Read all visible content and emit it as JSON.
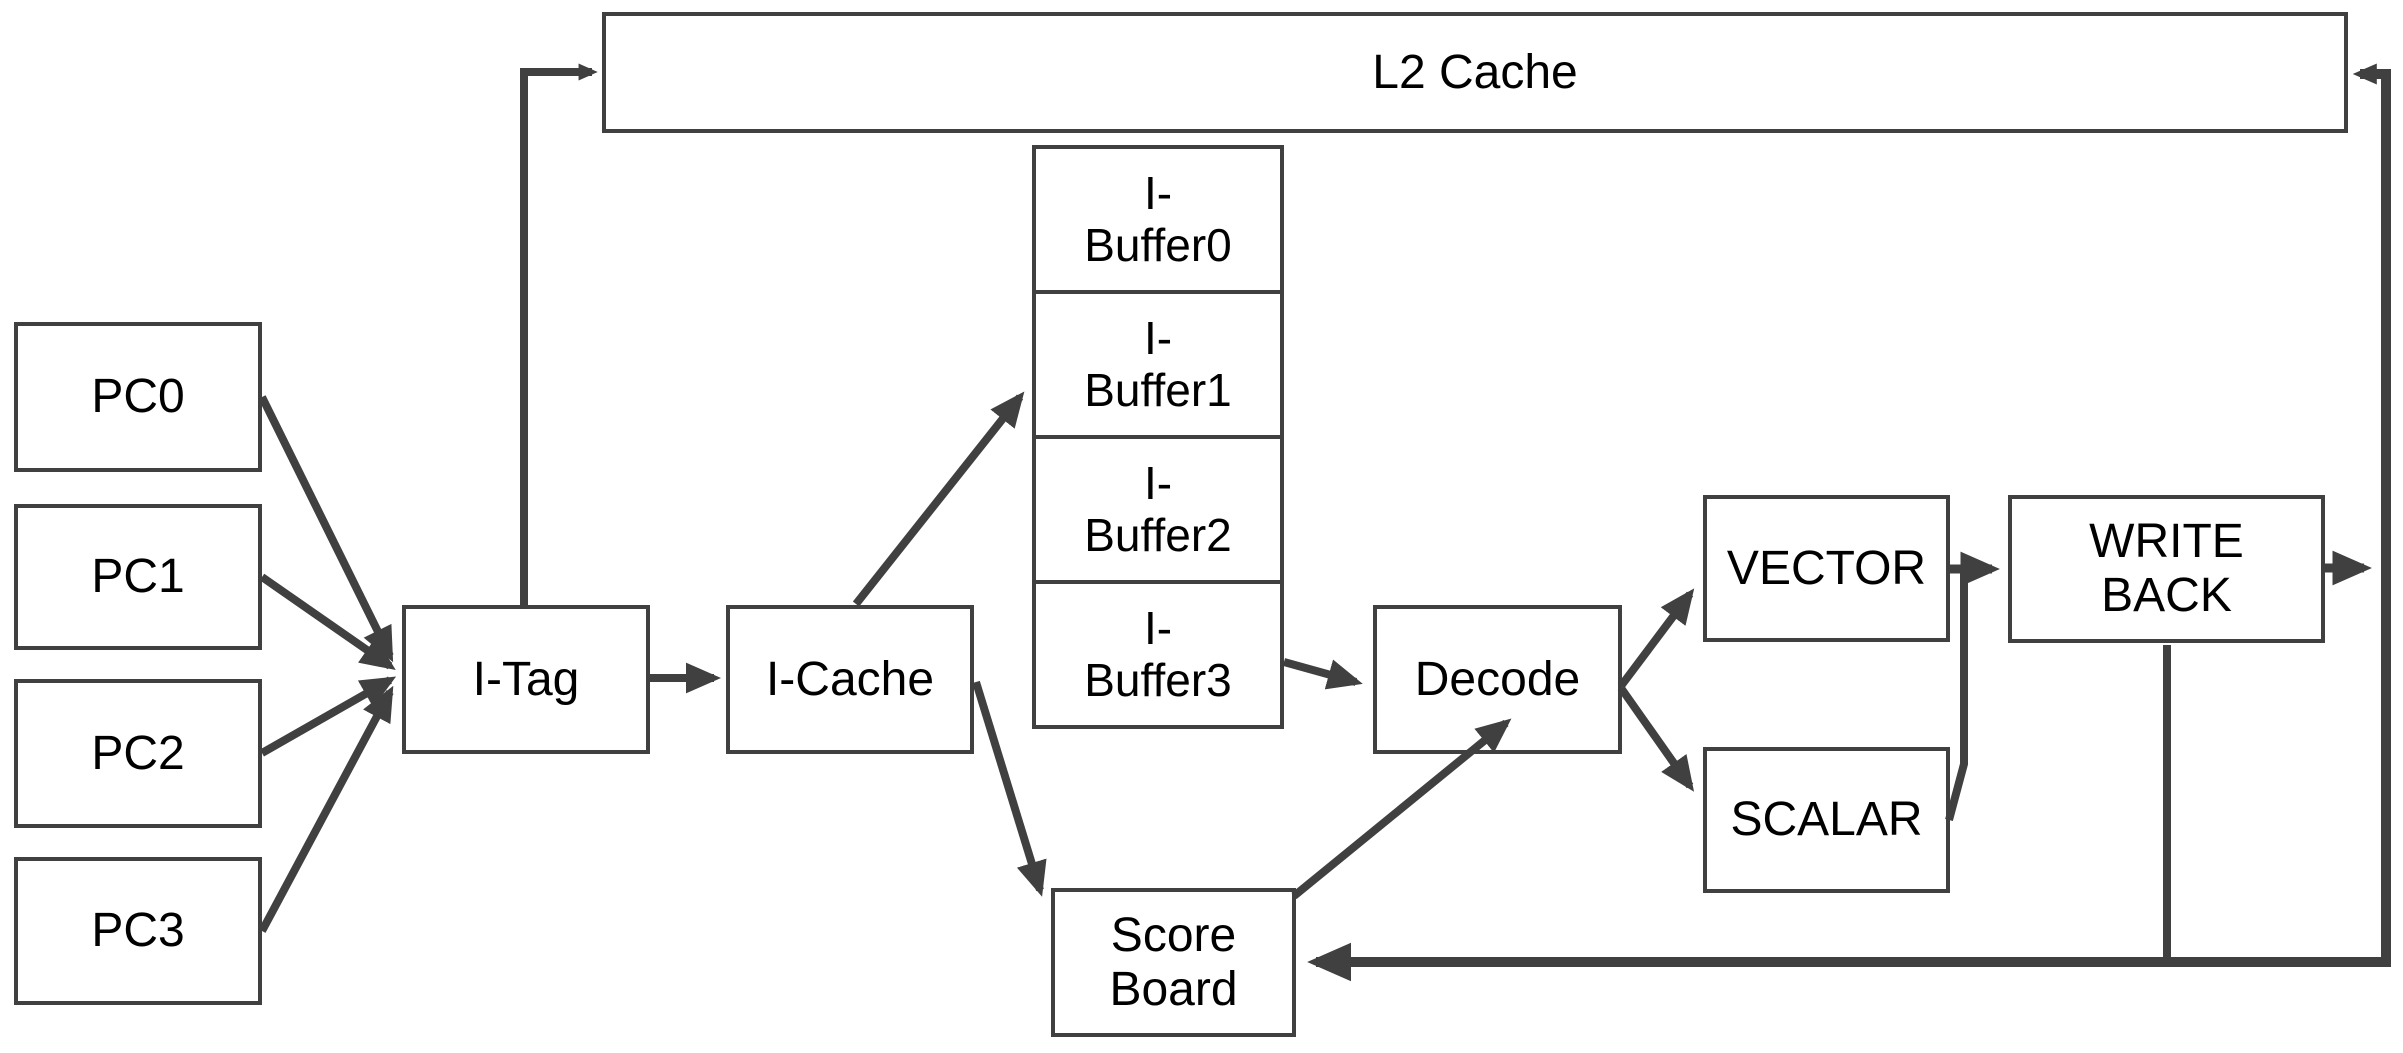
{
  "diagram": {
    "type": "block-diagram",
    "subject": "processor front-end / pipeline architecture",
    "colors": {
      "line": "#404040",
      "text": "#000000",
      "background": "#ffffff"
    },
    "nodes": {
      "l2_cache": {
        "label": "L2 Cache"
      },
      "pc0": {
        "label": "PC0"
      },
      "pc1": {
        "label": "PC1"
      },
      "pc2": {
        "label": "PC2"
      },
      "pc3": {
        "label": "PC3"
      },
      "i_tag": {
        "label": "I-Tag"
      },
      "i_cache": {
        "label": "I-Cache"
      },
      "i_buffer0": {
        "lines": [
          "I-",
          "Buffer0"
        ]
      },
      "i_buffer1": {
        "lines": [
          "I-",
          "Buffer1"
        ]
      },
      "i_buffer2": {
        "lines": [
          "I-",
          "Buffer2"
        ]
      },
      "i_buffer3": {
        "lines": [
          "I-",
          "Buffer3"
        ]
      },
      "decode": {
        "label": "Decode"
      },
      "vector": {
        "label": "VECTOR"
      },
      "scalar": {
        "label": "SCALAR"
      },
      "write_back": {
        "lines": [
          "WRITE",
          "BACK"
        ]
      },
      "score_board": {
        "lines": [
          "Score",
          "Board"
        ]
      }
    },
    "edges": [
      {
        "from": "PC0",
        "to": "I-Tag"
      },
      {
        "from": "PC1",
        "to": "I-Tag"
      },
      {
        "from": "PC2",
        "to": "I-Tag"
      },
      {
        "from": "PC3",
        "to": "I-Tag"
      },
      {
        "from": "I-Tag",
        "to": "L2 Cache"
      },
      {
        "from": "I-Tag",
        "to": "I-Cache"
      },
      {
        "from": "I-Cache",
        "to": "I-Buffer1"
      },
      {
        "from": "I-Cache",
        "to": "Score Board"
      },
      {
        "from": "I-Buffer3",
        "to": "Decode"
      },
      {
        "from": "Decode",
        "to": "VECTOR"
      },
      {
        "from": "Decode",
        "to": "SCALAR"
      },
      {
        "from": "VECTOR",
        "to": "WRITE BACK"
      },
      {
        "from": "SCALAR",
        "to": "WRITE BACK"
      },
      {
        "from": "WRITE BACK",
        "to": "L2 Cache"
      },
      {
        "from": "WRITE BACK",
        "to": "Score Board"
      },
      {
        "from": "Score Board",
        "to": "Decode"
      }
    ]
  }
}
